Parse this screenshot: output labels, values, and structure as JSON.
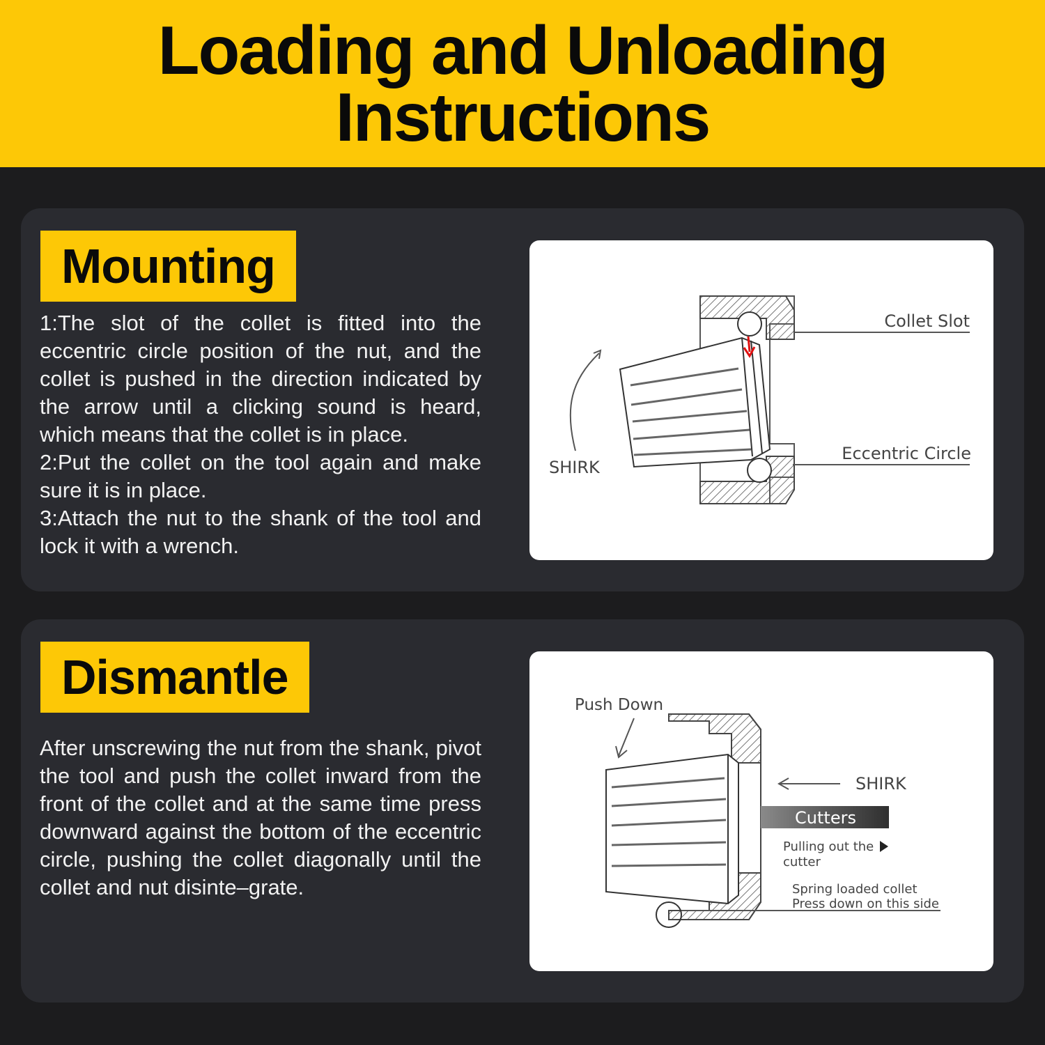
{
  "header": {
    "title_line1": "Loading and Unloading",
    "title_line2": "Instructions"
  },
  "mounting": {
    "tag": "Mounting",
    "steps": [
      "1:The slot of the collet is fitted into the eccentric circle position of the nut, and the collet is pushed in the direction indicated by the arrow until a clicking sound is heard, which means that the collet is in place.",
      "2:Put the collet on the tool again and make sure it is in place.",
      "3:Attach the nut to the shank of the tool and lock it with a wrench."
    ],
    "figure": {
      "collet_slot": "Collet Slot",
      "eccentric_circle": "Eccentric Circle",
      "shirk": "SHIRK"
    }
  },
  "dismantle": {
    "tag": "Dismantle",
    "text": "After unscrewing the nut from the shank, pivot the tool and push the collet inward from the front of the collet and at the same time press downward against the bottom of the eccentric circle, pushing the collet diagonally until the collet and nut disinte–grate.",
    "figure": {
      "push_down": "Push Down",
      "shirk": "SHIRK",
      "cutters": "Cutters",
      "pulling_line1": "Pulling out the",
      "pulling_line2": "cutter",
      "spring_line1": "Spring loaded collet",
      "spring_line2": "Press down on this side"
    }
  },
  "colors": {
    "accent_yellow": "#fdc806",
    "background": "#1c1c1e",
    "panel": "#2a2b30",
    "arrow_red": "#e01010"
  }
}
